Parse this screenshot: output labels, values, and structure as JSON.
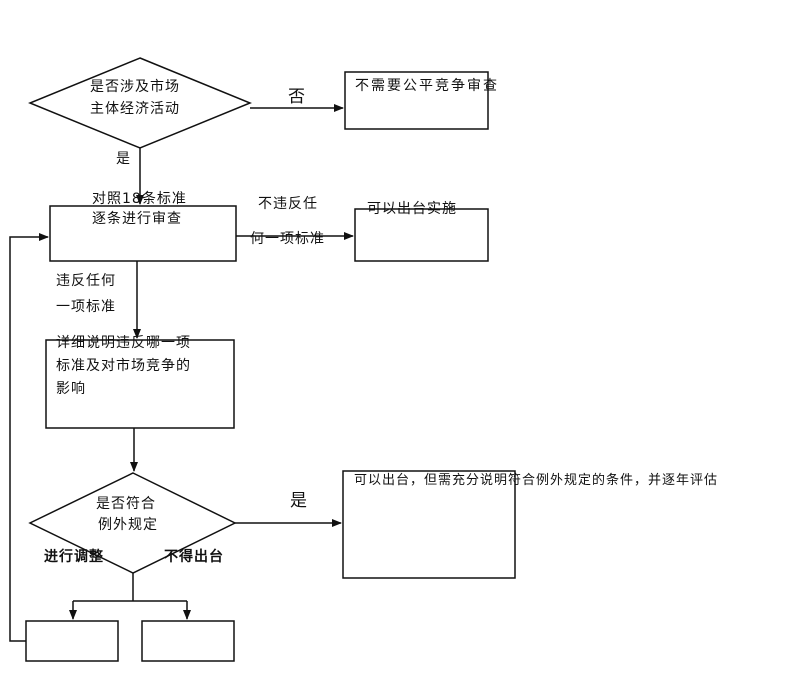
{
  "diagram": {
    "decision_market": {
      "line1": "是否涉及市场",
      "line2": "主体经济活动"
    },
    "label_no": "否",
    "box_no_review": "不需要公平竞争审查",
    "label_yes": "是",
    "box_review": {
      "line1": "对照18条标准",
      "line2": "逐条进行审查"
    },
    "label_no_violation": {
      "line1": "不违反任",
      "line2": "何一项标准"
    },
    "box_can_implement": "可以出台实施",
    "label_violation": {
      "line1": "违反任何",
      "line2": "一项标准"
    },
    "box_explain": {
      "line1": "详细说明违反哪一项",
      "line2": "标准及对市场竞争的",
      "line3": "影响"
    },
    "decision_exception": {
      "line1": "是否符合",
      "line2": "例外规定"
    },
    "label_yes2": "是",
    "box_exception_ok": "可以出台，但需充分说明符合例外规定的条件，并逐年评估",
    "label_adjust": "进行调整",
    "label_cannot": "不得出台",
    "colors": {
      "line": "#111111",
      "background": "#ffffff"
    }
  }
}
